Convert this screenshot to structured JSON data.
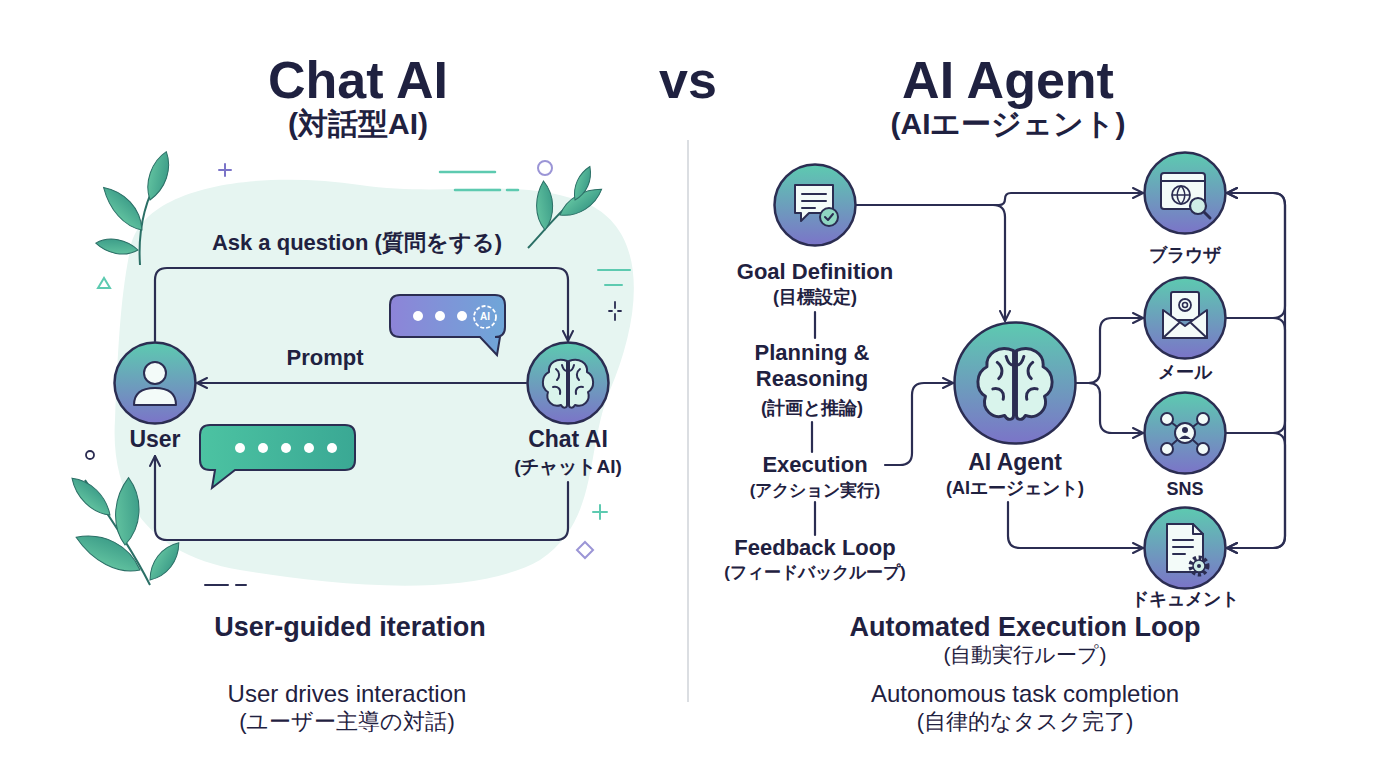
{
  "diagram": {
    "nodes": [
      {
        "text": [
          "User"
        ]
      },
      {
        "text": [
          "Chat AI",
          "(チャットAI)"
        ]
      },
      {
        "text": [
          "Goal Definition",
          "(目標設定)"
        ]
      },
      {
        "text": [
          "Planning & Reasoning",
          "(計画と推論)"
        ]
      },
      {
        "text": [
          "Execution",
          "(アクション実行)"
        ]
      },
      {
        "text": [
          "Feedback Loop",
          "(フィードバックループ)"
        ]
      },
      {
        "text": [
          "AI Agent",
          "(AIエージェント)"
        ]
      },
      {
        "text": [
          "ブラウザ"
        ]
      },
      {
        "text": [
          "メール"
        ]
      },
      {
        "text": [
          "SNS"
        ]
      },
      {
        "text": [
          "ドキュメント"
        ]
      }
    ],
    "edges": [
      {
        "from": 0,
        "to": 1,
        "label": "Ask a question (質問をする)",
        "arrow": "to"
      },
      {
        "from": 1,
        "to": 0,
        "label": "Prompt",
        "arrow": "to"
      },
      {
        "from": 1,
        "to": 0,
        "arrow": "to"
      },
      {
        "from": 2,
        "to": 3,
        "arrow": "none"
      },
      {
        "from": 3,
        "to": 4,
        "arrow": "none"
      },
      {
        "from": 4,
        "to": 5,
        "arrow": "none"
      },
      {
        "from": 2,
        "to": 7,
        "arrow": "to"
      },
      {
        "from": 2,
        "to": 6,
        "arrow": "to"
      },
      {
        "from": 4,
        "to": 6,
        "arrow": "to"
      },
      {
        "from": 6,
        "to": 8,
        "arrow": "to"
      },
      {
        "from": 6,
        "to": 9,
        "arrow": "to"
      },
      {
        "from": 6,
        "to": 10,
        "arrow": "to"
      },
      {
        "from": 8,
        "to": 7,
        "arrow": "to"
      },
      {
        "from": 9,
        "to": 7,
        "arrow": "to"
      },
      {
        "from": 8,
        "to": 10,
        "arrow": "to"
      },
      {
        "from": 9,
        "to": 10,
        "arrow": "to"
      }
    ],
    "labels": [
      "Chat AI",
      "(対話型AI)",
      "vs",
      "AI Agent",
      "(AIエージェント)",
      "AI",
      "User-guided iteration",
      "User drives interaction",
      "(ユーザー主導の対話)",
      "Automated Execution Loop",
      "(自動実行ループ)",
      "Autonomous task completion",
      "(自律的なタスク完了)"
    ]
  }
}
